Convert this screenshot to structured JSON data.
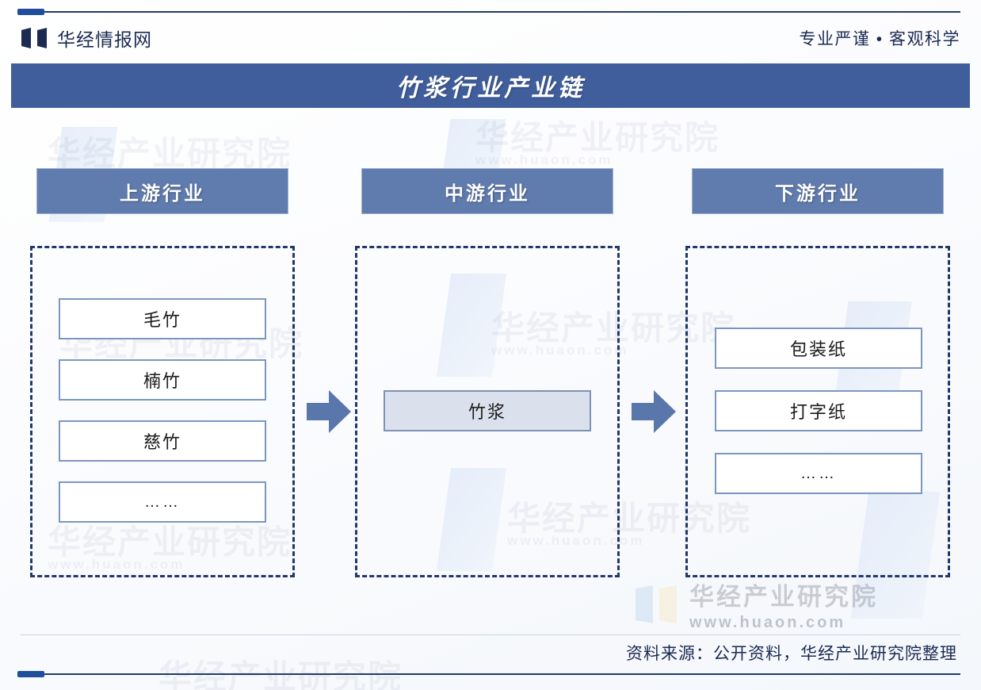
{
  "header": {
    "logo_icon": "open-book-icon",
    "brand_name": "华经情报网",
    "slogan": "专业严谨 • 客观科学"
  },
  "title_bar": {
    "title": "竹浆行业产业链"
  },
  "diagram": {
    "type": "industry-chain",
    "flow_icon": "right-arrow-icon",
    "columns": [
      {
        "id": "upstream",
        "header": "上游行业",
        "items": [
          {
            "label": "毛竹",
            "style": "plain"
          },
          {
            "label": "楠竹",
            "style": "plain"
          },
          {
            "label": "慈竹",
            "style": "plain"
          },
          {
            "label": "……",
            "style": "plain"
          }
        ]
      },
      {
        "id": "midstream",
        "header": "中游行业",
        "items": [
          {
            "label": "竹浆",
            "style": "shaded"
          }
        ]
      },
      {
        "id": "downstream",
        "header": "下游行业",
        "items": [
          {
            "label": "包装纸",
            "style": "plain"
          },
          {
            "label": "打字纸",
            "style": "plain"
          },
          {
            "label": "……",
            "style": "plain"
          }
        ]
      }
    ]
  },
  "watermark": {
    "company_cn": "华经产业研究院",
    "url": "www.huaon.com",
    "logo_icon": "open-book-icon"
  },
  "footer": {
    "source": "资料来源：公开资料，华经产业研究院整理"
  },
  "colors": {
    "navy": "#243b66",
    "title_bar_blue": "#3f5e9b",
    "column_head_blue": "#607bad",
    "box_border_blue": "#7c97bf",
    "shaded_box_fill": "#dbe1ec",
    "dashed_border": "#22386a",
    "accent_cap": "#1f4e9c"
  }
}
